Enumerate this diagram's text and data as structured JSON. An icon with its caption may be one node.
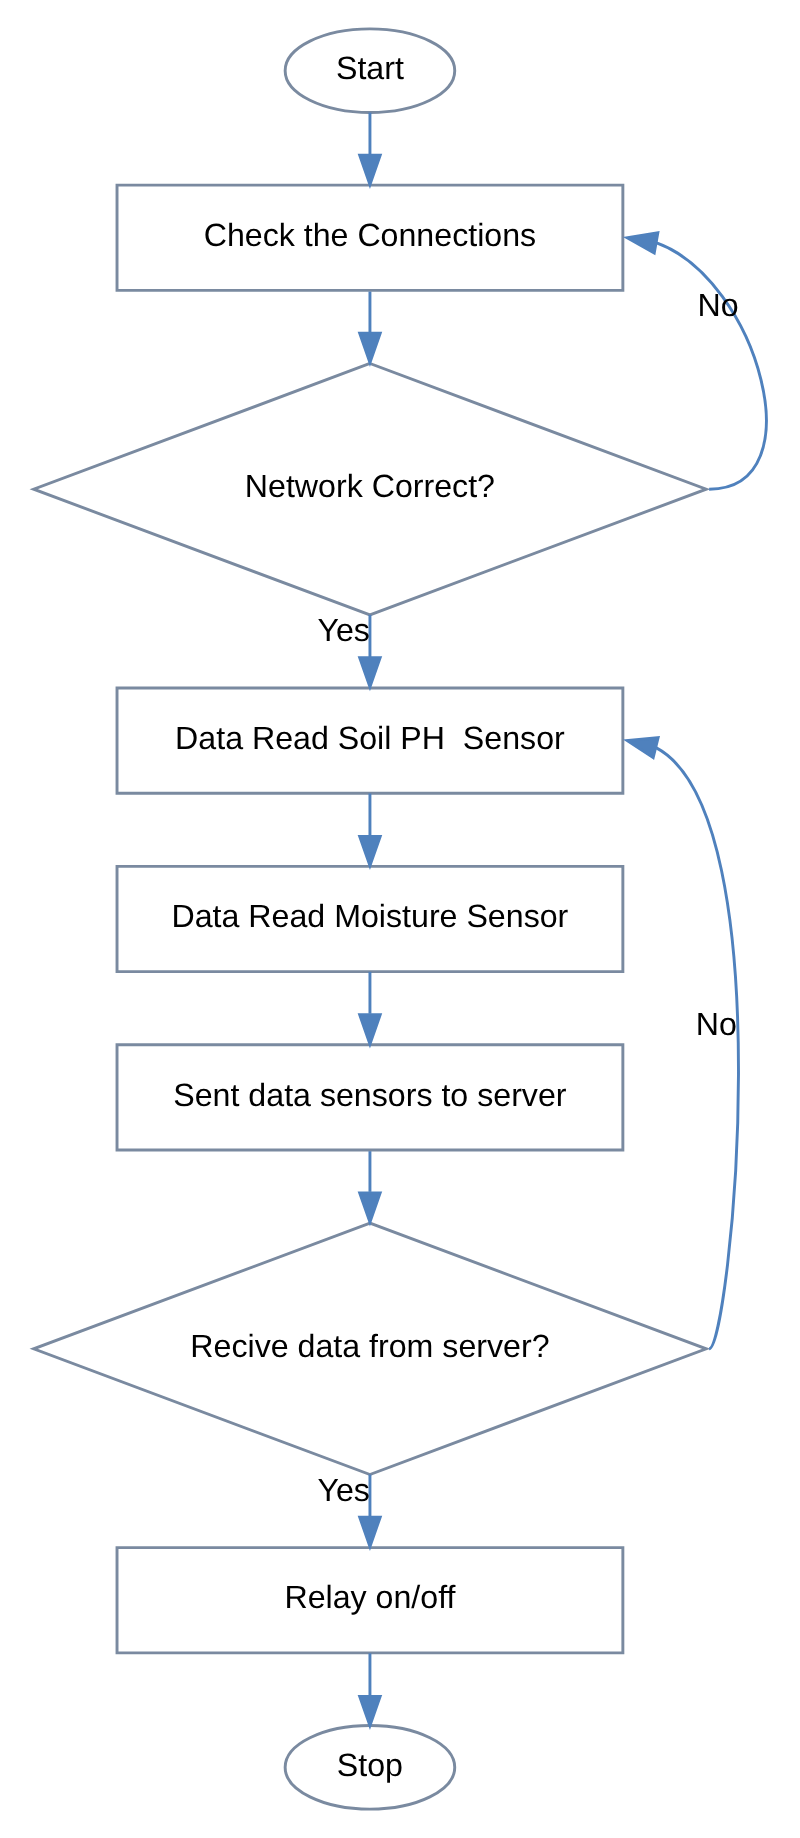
{
  "diagram": {
    "nodes": [
      {
        "text": [
          "Start"
        ]
      },
      {
        "text": [
          "Check the Connections"
        ]
      },
      {
        "text": [
          "Network Correct?"
        ]
      },
      {
        "text": [
          "Data Read Soil PH  Sensor"
        ]
      },
      {
        "text": [
          "Data Read Moisture Sensor"
        ]
      },
      {
        "text": [
          "Sent data sensors to server"
        ]
      },
      {
        "text": [
          "Recive data from server?"
        ]
      },
      {
        "text": [
          "Relay on/off"
        ]
      },
      {
        "text": [
          "Stop"
        ]
      }
    ],
    "edges": [
      {
        "from": 0,
        "to": 1,
        "arrow": "to"
      },
      {
        "from": 1,
        "to": 2,
        "arrow": "to"
      },
      {
        "from": 2,
        "to": 1,
        "arrow": "to",
        "label": "No"
      },
      {
        "from": 2,
        "to": 3,
        "arrow": "to",
        "label": "Yes"
      },
      {
        "from": 3,
        "to": 4,
        "arrow": "to"
      },
      {
        "from": 4,
        "to": 5,
        "arrow": "to"
      },
      {
        "from": 5,
        "to": 6,
        "arrow": "to"
      },
      {
        "from": 6,
        "to": 3,
        "arrow": "to",
        "label": "No"
      },
      {
        "from": 6,
        "to": 7,
        "arrow": "to",
        "label": "Yes"
      },
      {
        "from": 7,
        "to": 8,
        "arrow": "to"
      }
    ]
  }
}
